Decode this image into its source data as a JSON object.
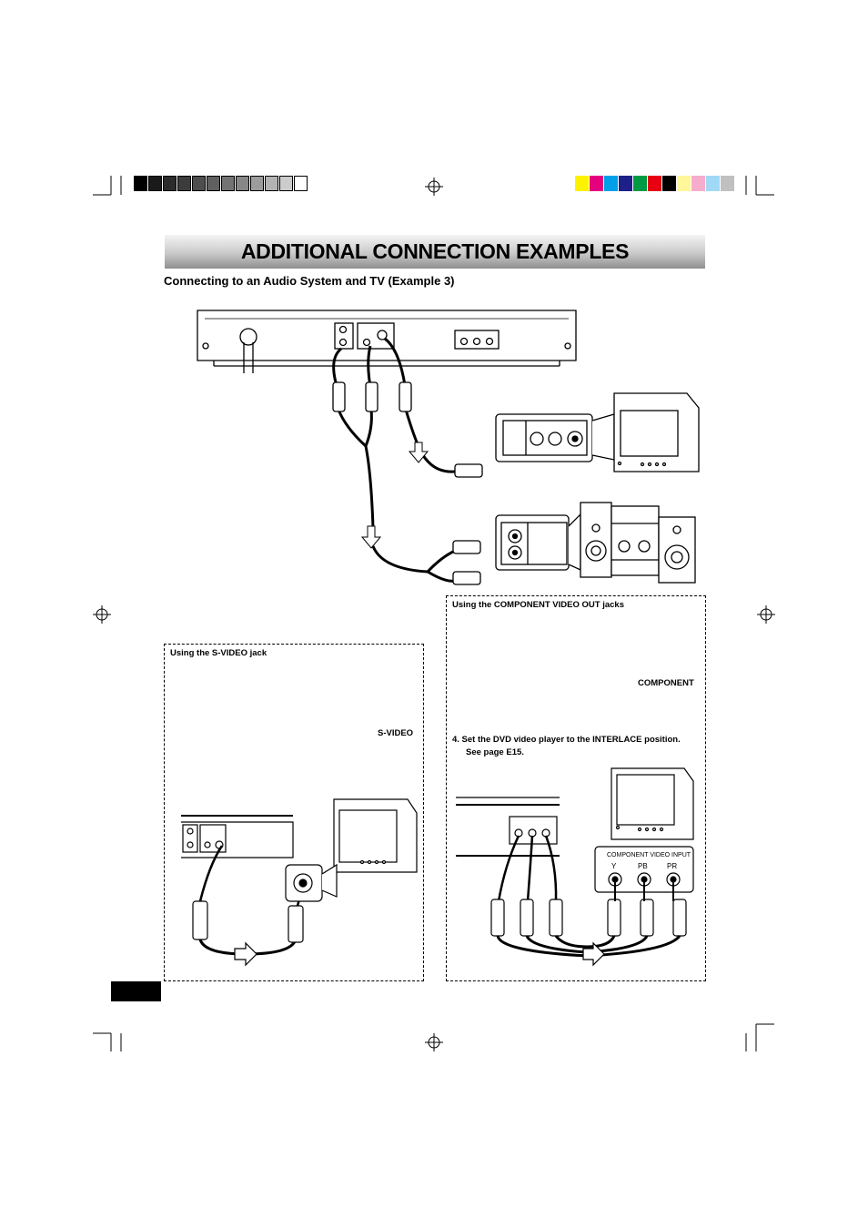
{
  "page": {
    "title": "ADDITIONAL CONNECTION EXAMPLES",
    "subtitle": "Connecting to an Audio System and TV (Example 3)"
  },
  "svideo_box": {
    "heading": "Using the S-VIDEO jack",
    "label": "S-VIDEO"
  },
  "component_box": {
    "heading": "Using the COMPONENT VIDEO OUT jacks",
    "label": "COMPONENT",
    "step4_line1": "4.  Set the DVD video player to the INTERLACE position.",
    "step4_line2": "See page E15.",
    "panel_label": "COMPONENT VIDEO INPUT",
    "jack_y": "Y",
    "jack_pb": "PB",
    "jack_pr": "PR"
  },
  "colors": {
    "gray_scale": [
      "#000000",
      "#1a1a1a",
      "#2b2b2b",
      "#3c3c3c",
      "#4e4e4e",
      "#606060",
      "#737373",
      "#878787",
      "#9c9c9c",
      "#b3b3b3",
      "#cccccc",
      "#ffffff"
    ],
    "color_bar": [
      "#fff200",
      "#e5007e",
      "#00a0e9",
      "#1d2088",
      "#009944",
      "#e60012",
      "#000000",
      "#fff799",
      "#f6adcd",
      "#9fd9f6",
      "#c0c0c0"
    ]
  }
}
